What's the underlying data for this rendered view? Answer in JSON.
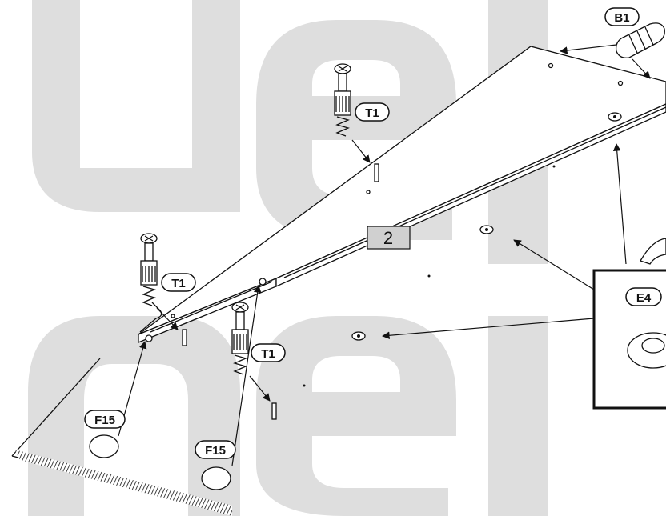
{
  "step_number": "2",
  "parts": {
    "b1": "B1",
    "t1": "T1",
    "e4": "E4",
    "f15": "F15"
  },
  "colors": {
    "watermark": "#dedede",
    "line": "#111111",
    "step_box": "#d0d0d0"
  }
}
